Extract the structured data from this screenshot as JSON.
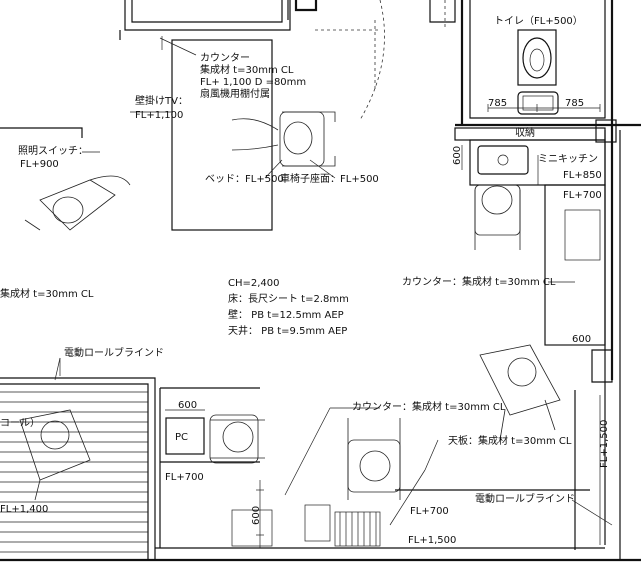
{
  "labels": {
    "counter_top_1": "カウンター",
    "counter_top_2": "集成材 t=30mm CL",
    "counter_top_3": "FL+ 1,100 D =80mm",
    "counter_top_4": "扇風機用棚付属",
    "wall_tv_1": "壁掛けTV：",
    "wall_tv_2": "FL+1,100",
    "light_switch_1": "照明スイッチ：",
    "light_switch_2": "FL+900",
    "bed": "ベッド：FL+500",
    "wheelchair_seat": "車椅子座面：FL+500",
    "toilet": "トイレ（FL+500）",
    "dim_785_left": "785",
    "dim_785_right": "785",
    "storage": "収納",
    "dim_600_kitchen": "600",
    "mini_kitchen": "ミニキッチン",
    "fl_850": "FL+850",
    "fl_700_right": "FL+700",
    "left_counter": "集成材 t=30mm CL",
    "room_ch": "CH=2,400",
    "room_floor": "床：長尺シート t=2.8mm",
    "room_wall": "壁： PB t=12.5mm AEP",
    "room_ceiling": "天井： PB t=9.5mm AEP",
    "counter_right": "カウンター：集成材 t=30mm CL",
    "dim_600_right": "600",
    "blind_left": "電動ロールブラインド",
    "call_partial": "コール）",
    "fl_1400": "FL+1,400",
    "dim_600_pc": "600",
    "pc": "PC",
    "fl_700_pc": "FL+700",
    "counter_center": "カウンター：集成材 t=30mm CL",
    "top_board": "天板：集成材 t=30mm CL",
    "fl_1500_vertical": "FL+1,500",
    "blind_bottom": "電動ロールブラインド",
    "fl_700_bottom": "FL+700",
    "dim_600_vertical": "600",
    "fl_1500_bottom": "FL+1,500"
  }
}
